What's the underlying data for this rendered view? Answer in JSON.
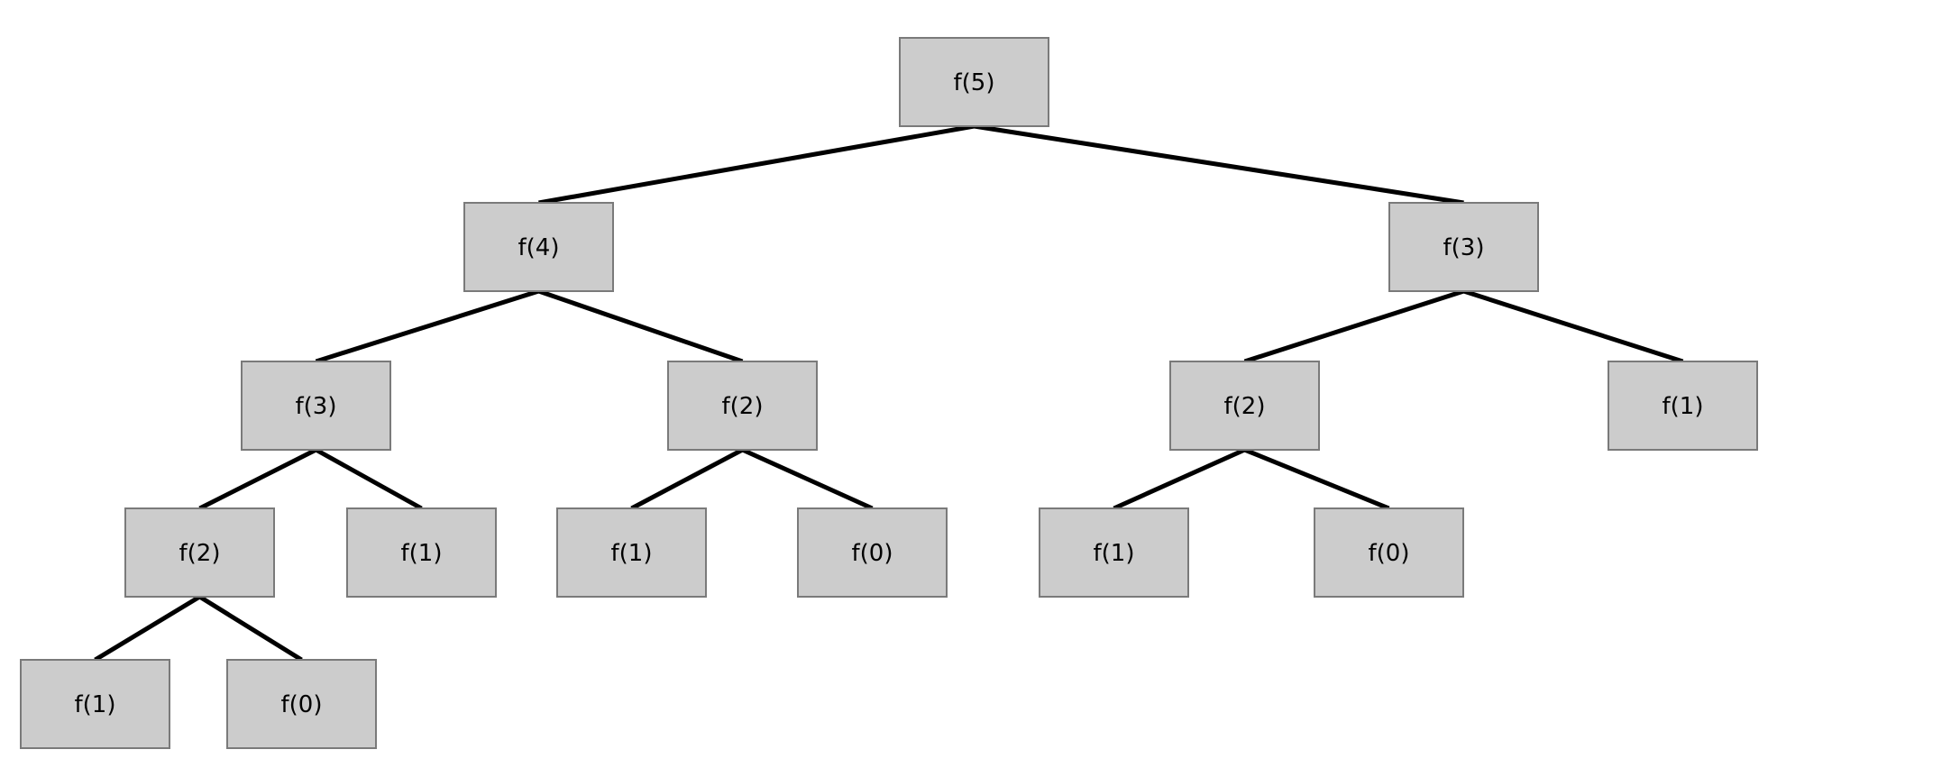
{
  "colors": {
    "node_fill": "#cccccc",
    "node_border": "#7a7a7a",
    "edge": "#000000",
    "background": "#ffffff"
  },
  "tree": {
    "nodes": [
      {
        "id": "n1",
        "label": "f(5)"
      },
      {
        "id": "n2",
        "label": "f(4)"
      },
      {
        "id": "n3",
        "label": "f(3)"
      },
      {
        "id": "n4",
        "label": "f(3)"
      },
      {
        "id": "n5",
        "label": "f(2)"
      },
      {
        "id": "n6",
        "label": "f(2)"
      },
      {
        "id": "n7",
        "label": "f(1)"
      },
      {
        "id": "n8",
        "label": "f(2)"
      },
      {
        "id": "n9",
        "label": "f(1)"
      },
      {
        "id": "n10",
        "label": "f(1)"
      },
      {
        "id": "n11",
        "label": "f(0)"
      },
      {
        "id": "n12",
        "label": "f(1)"
      },
      {
        "id": "n13",
        "label": "f(0)"
      },
      {
        "id": "n14",
        "label": "f(1)"
      },
      {
        "id": "n15",
        "label": "f(0)"
      }
    ],
    "edges": [
      [
        "n1",
        "n2"
      ],
      [
        "n1",
        "n3"
      ],
      [
        "n2",
        "n4"
      ],
      [
        "n2",
        "n5"
      ],
      [
        "n3",
        "n6"
      ],
      [
        "n3",
        "n7"
      ],
      [
        "n4",
        "n8"
      ],
      [
        "n4",
        "n9"
      ],
      [
        "n5",
        "n10"
      ],
      [
        "n5",
        "n11"
      ],
      [
        "n6",
        "n12"
      ],
      [
        "n6",
        "n13"
      ],
      [
        "n8",
        "n14"
      ],
      [
        "n8",
        "n15"
      ]
    ]
  }
}
